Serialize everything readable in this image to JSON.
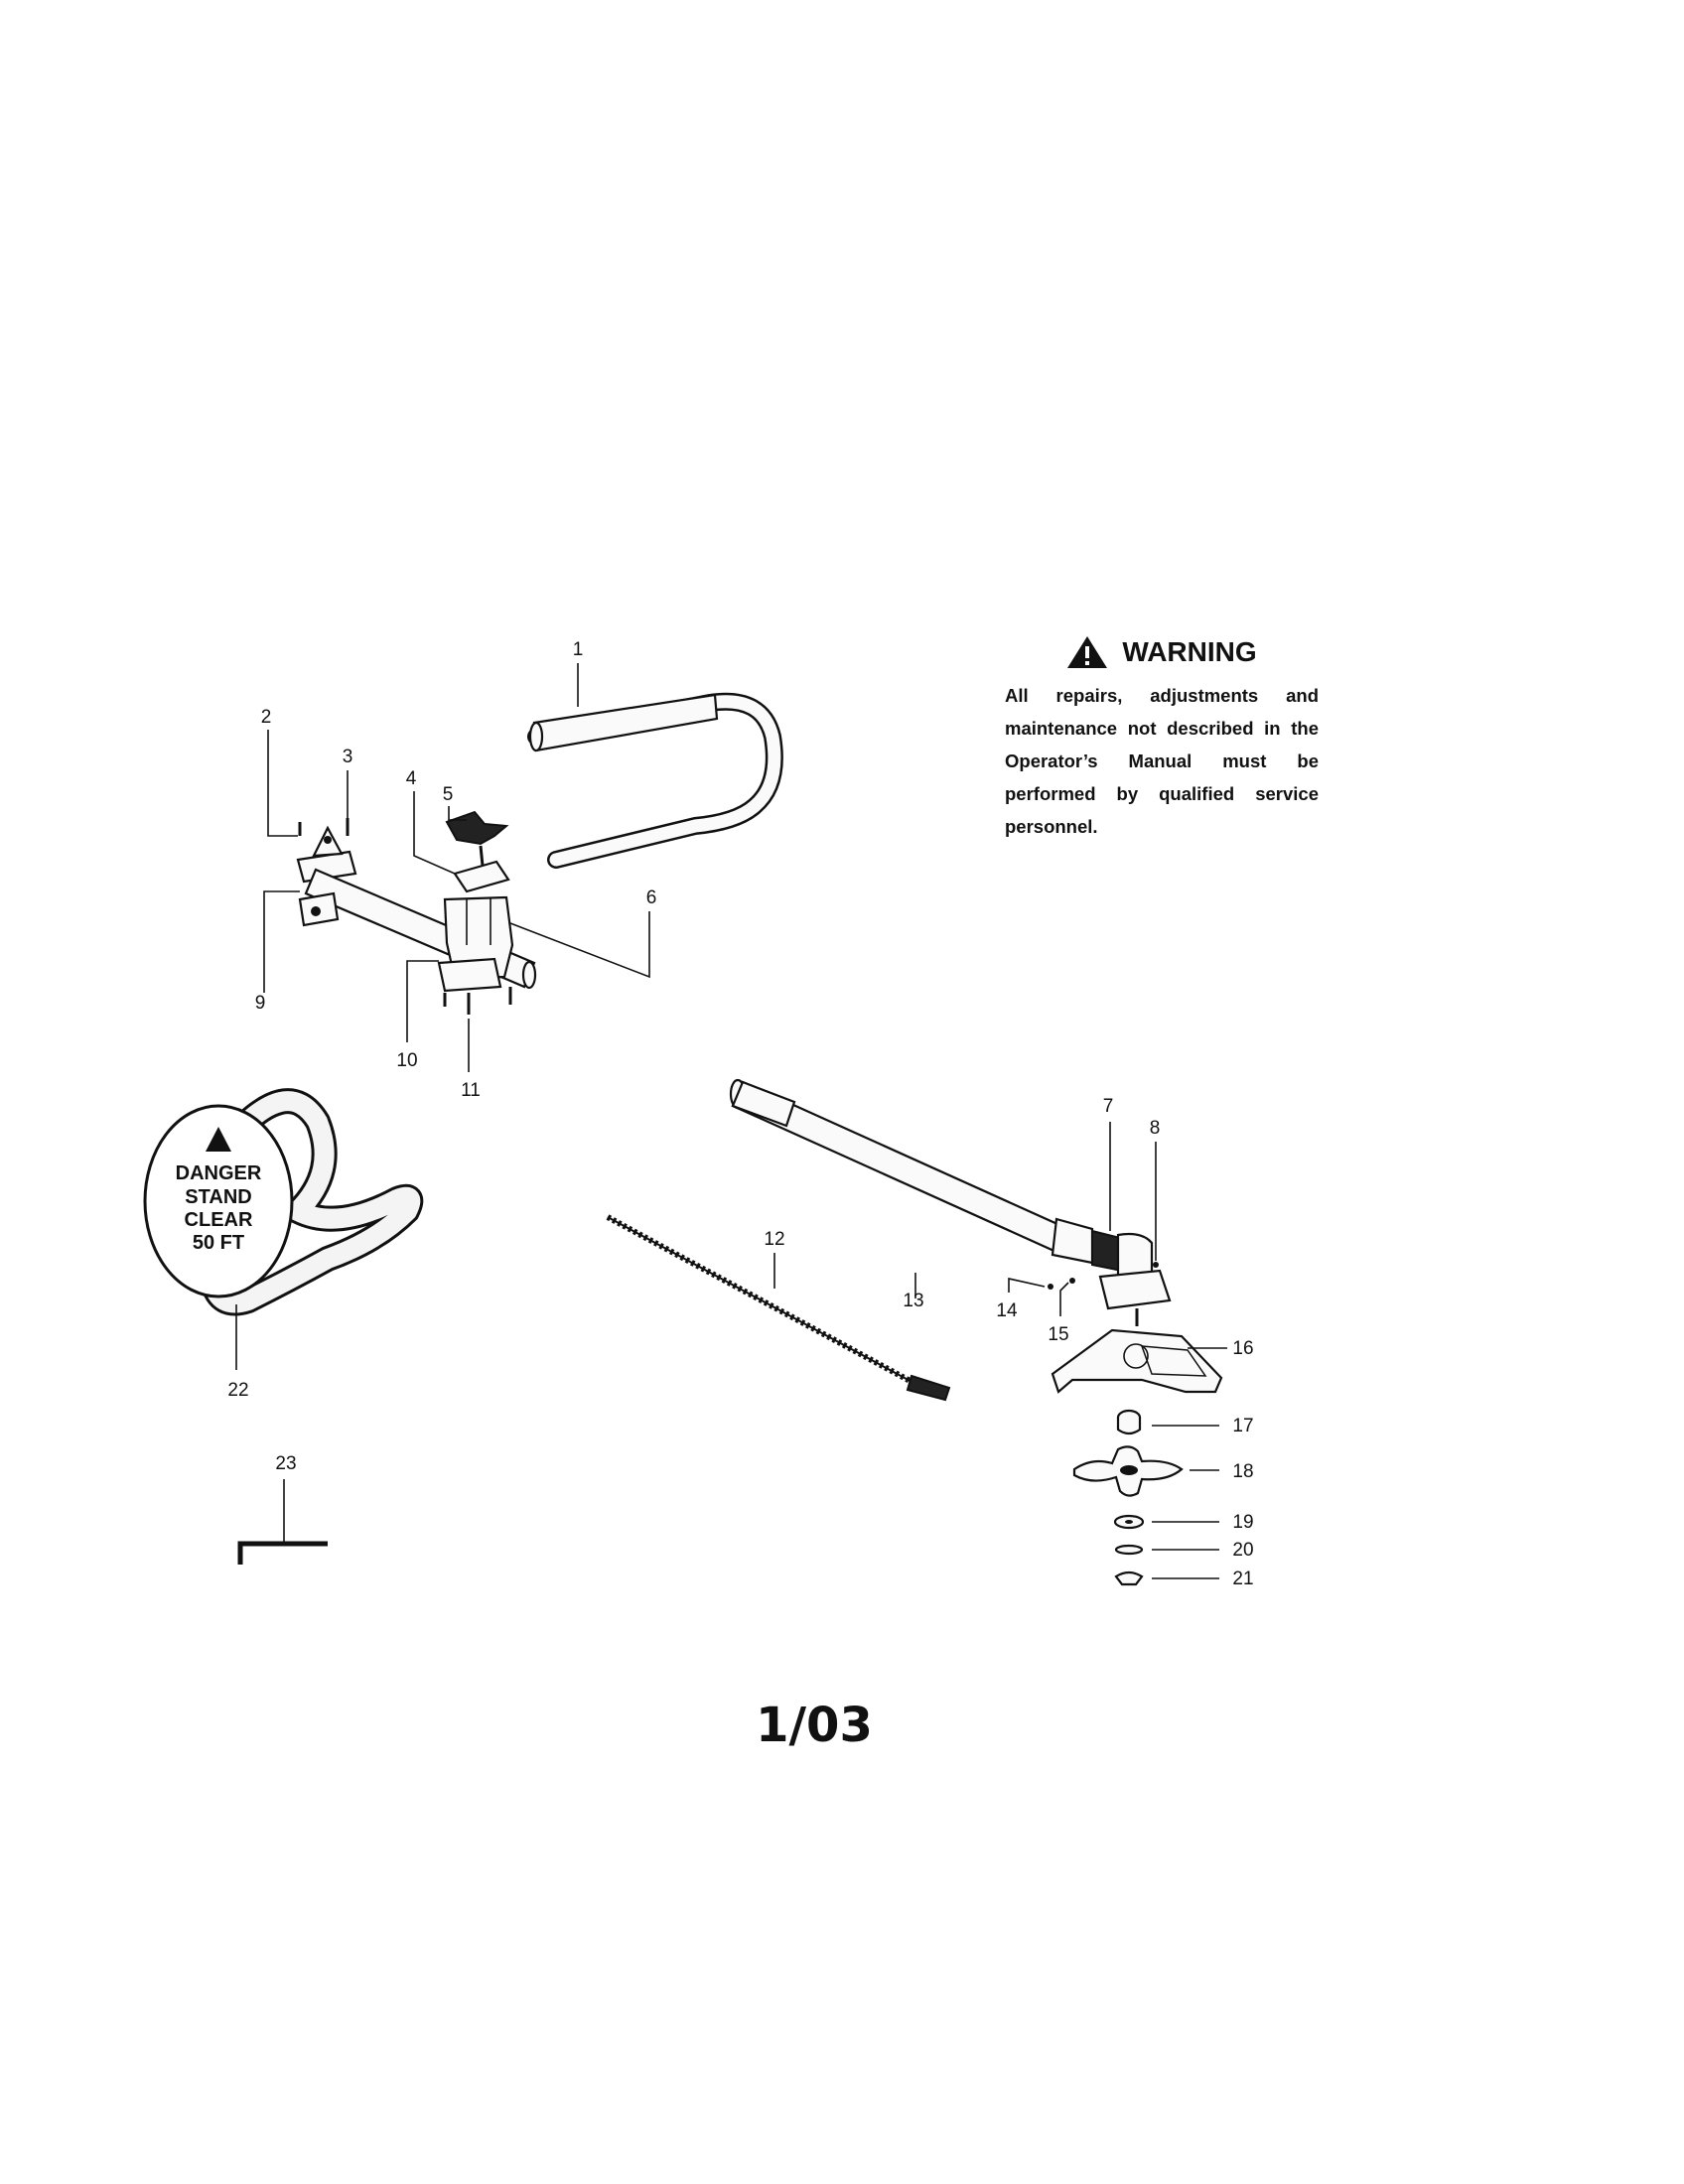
{
  "warning": {
    "heading": "WARNING",
    "body": "All repairs, adjustments and maintenance not described in the Operator’s Manual must be performed by qualified service personnel."
  },
  "danger_label": [
    "DANGER",
    "STAND",
    "CLEAR",
    "50 FT"
  ],
  "callouts": [
    "1",
    "2",
    "3",
    "4",
    "5",
    "6",
    "7",
    "8",
    "9",
    "10",
    "11",
    "12",
    "13",
    "14",
    "15",
    "16",
    "17",
    "18",
    "19",
    "20",
    "21",
    "22",
    "23"
  ],
  "footer": "1/03"
}
